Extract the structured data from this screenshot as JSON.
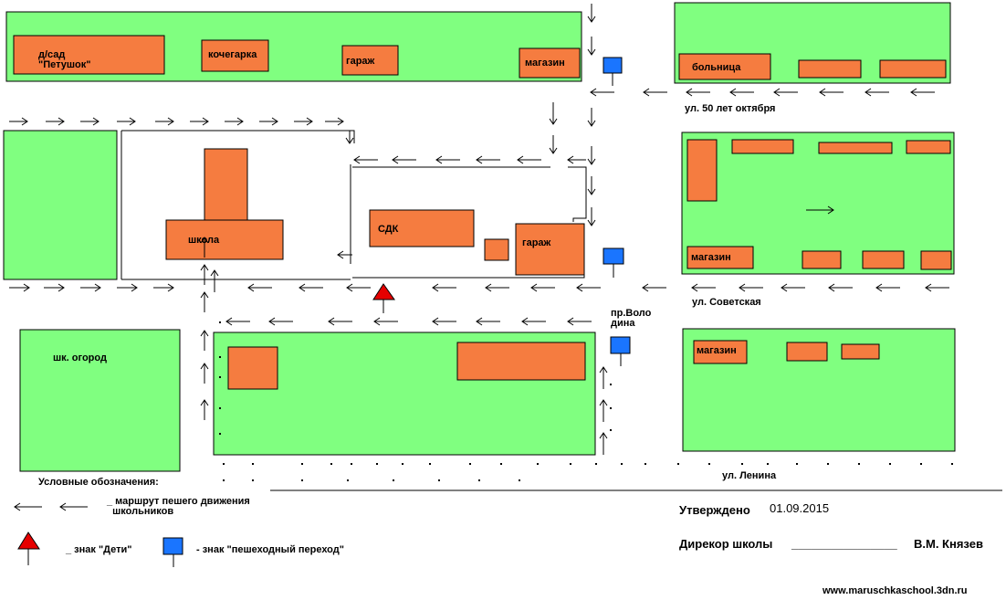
{
  "colors": {
    "block_fill": "#80ff80",
    "building_fill": "#f57c40",
    "pedestrian_sign": "#1a75ff",
    "children_sign": "#e60000",
    "route": "#000000"
  },
  "buildings": {
    "kindergarten": "д/сад\n\"Петушок\"",
    "boiler_house": "кочегарка",
    "garage_top": "гараж",
    "shop_top": "магазин",
    "hospital": "больница",
    "school": "школа",
    "sdk": "СДК",
    "garage_mid": "гараж",
    "shop_right": "магазин",
    "shop_bottom": "магазин"
  },
  "areas": {
    "school_garden": "шк. огород"
  },
  "streets": {
    "oktyabrya": "ул. 50 лет октября",
    "sovetskaya": "ул. Советская",
    "lenina": "ул. Ленина",
    "volodina": "пр.Воло\nдина"
  },
  "legend": {
    "title": "Условные обозначения:",
    "route_desc": "_ маршрут пешего движения\n  школьников",
    "children_sign_desc": "_ знак \"Дети\"",
    "pedestrian_sign_desc": "- знак \"пешеходный переход\""
  },
  "approval": {
    "approved_label": "Утверждено",
    "date": "01.09.2015",
    "director_label": "Дирекор школы",
    "signature_line": "________________",
    "director_name": "В.М. Князев"
  },
  "footer": {
    "url": "www.maruschkaschool.3dn.ru"
  }
}
